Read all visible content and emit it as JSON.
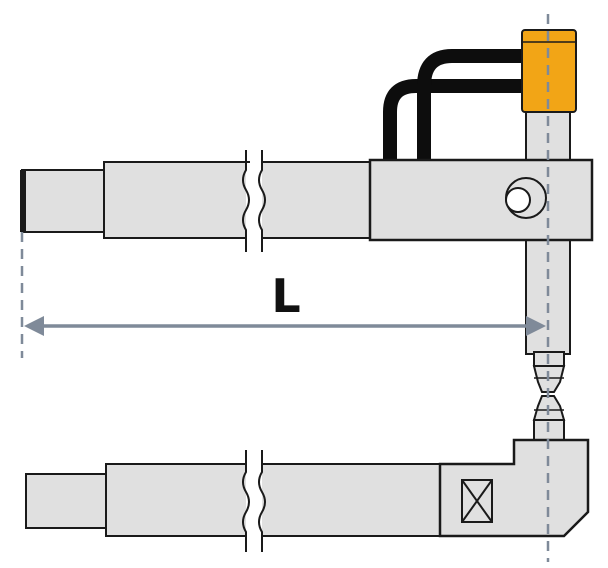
{
  "dimension": {
    "label": "L"
  },
  "colors": {
    "arm_fill": "#e0e0e0",
    "outline": "#1a1a1a",
    "cable": "#0d0d0d",
    "cap": "#f2a516",
    "dimension_line": "#7f8a99",
    "background": "#ffffff"
  },
  "parts": {
    "upper_arm": "upper-electrode-arm",
    "lower_arm": "lower-electrode-arm",
    "holder": "electrode-holder-block",
    "cooling_hoses": "cooling-hose-pair",
    "cap": "electrode-cap",
    "tips": "electrode-tip-pair",
    "axis": "electrode-axis-centerline"
  }
}
